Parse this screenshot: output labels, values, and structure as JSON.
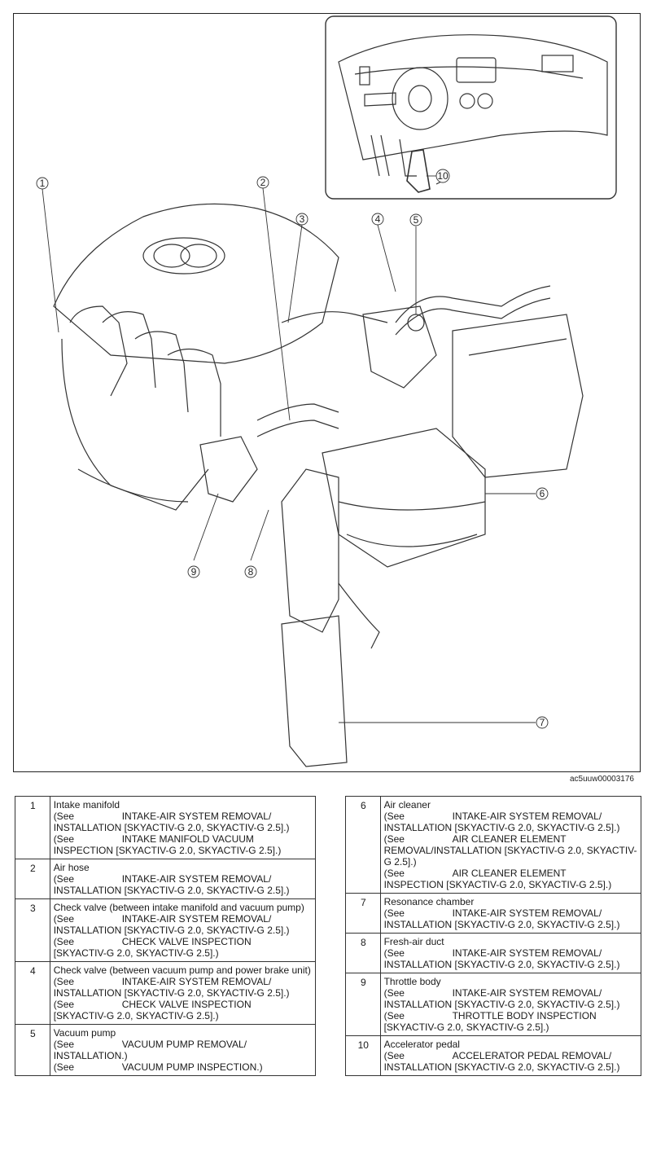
{
  "diagram": {
    "image_code": "ac5uuw00003176",
    "callouts": [
      "1",
      "2",
      "3",
      "4",
      "5",
      "6",
      "7",
      "8",
      "9",
      "10"
    ]
  },
  "parts": [
    {
      "num": "1",
      "name": "Intake manifold",
      "refs": [
        {
          "see": "(See",
          "title": "INTAKE-AIR SYSTEM REMOVAL/",
          "rest": "INSTALLATION [SKYACTIV-G 2.0, SKYACTIV-G 2.5].)"
        },
        {
          "see": "(See",
          "title": "INTAKE MANIFOLD VACUUM",
          "rest": "INSPECTION [SKYACTIV-G 2.0, SKYACTIV-G 2.5].)"
        }
      ]
    },
    {
      "num": "2",
      "name": "Air hose",
      "refs": [
        {
          "see": "(See",
          "title": "INTAKE-AIR SYSTEM REMOVAL/",
          "rest": "INSTALLATION [SKYACTIV-G 2.0, SKYACTIV-G 2.5].)"
        }
      ]
    },
    {
      "num": "3",
      "name": "Check valve (between intake manifold and vacuum pump)",
      "refs": [
        {
          "see": "(See",
          "title": "INTAKE-AIR SYSTEM REMOVAL/",
          "rest": "INSTALLATION [SKYACTIV-G 2.0, SKYACTIV-G 2.5].)"
        },
        {
          "see": "(See",
          "title": "CHECK VALVE INSPECTION",
          "rest": "[SKYACTIV-G 2.0, SKYACTIV-G 2.5].)"
        }
      ]
    },
    {
      "num": "4",
      "name": "Check valve (between vacuum pump and power brake unit)",
      "refs": [
        {
          "see": "(See",
          "title": "INTAKE-AIR SYSTEM REMOVAL/",
          "rest": "INSTALLATION [SKYACTIV-G 2.0, SKYACTIV-G 2.5].)"
        },
        {
          "see": "(See",
          "title": "CHECK VALVE INSPECTION",
          "rest": "[SKYACTIV-G 2.0, SKYACTIV-G 2.5].)"
        }
      ]
    },
    {
      "num": "5",
      "name": "Vacuum pump",
      "refs": [
        {
          "see": "(See",
          "title": "VACUUM PUMP REMOVAL/",
          "rest": "INSTALLATION.)"
        },
        {
          "see": "(See",
          "title": "VACUUM PUMP INSPECTION.)",
          "rest": ""
        }
      ]
    },
    {
      "num": "6",
      "name": "Air cleaner",
      "refs": [
        {
          "see": "(See",
          "title": "INTAKE-AIR SYSTEM REMOVAL/",
          "rest": "INSTALLATION [SKYACTIV-G 2.0, SKYACTIV-G 2.5].)"
        },
        {
          "see": "(See",
          "title": "AIR CLEANER ELEMENT",
          "rest": "REMOVAL/INSTALLATION [SKYACTIV-G 2.0, SKYACTIV-G 2.5].)"
        },
        {
          "see": "(See",
          "title": "AIR CLEANER ELEMENT",
          "rest": "INSPECTION [SKYACTIV-G 2.0, SKYACTIV-G 2.5].)"
        }
      ]
    },
    {
      "num": "7",
      "name": "Resonance chamber",
      "refs": [
        {
          "see": "(See",
          "title": "INTAKE-AIR SYSTEM REMOVAL/",
          "rest": "INSTALLATION [SKYACTIV-G 2.0, SKYACTIV-G 2.5].)"
        }
      ]
    },
    {
      "num": "8",
      "name": "Fresh-air duct",
      "refs": [
        {
          "see": "(See",
          "title": "INTAKE-AIR SYSTEM REMOVAL/",
          "rest": "INSTALLATION [SKYACTIV-G 2.0, SKYACTIV-G 2.5].)"
        }
      ]
    },
    {
      "num": "9",
      "name": "Throttle body",
      "refs": [
        {
          "see": "(See",
          "title": "INTAKE-AIR SYSTEM REMOVAL/",
          "rest": "INSTALLATION [SKYACTIV-G 2.0, SKYACTIV-G 2.5].)"
        },
        {
          "see": "(See",
          "title": "THROTTLE BODY INSPECTION",
          "rest": "[SKYACTIV-G 2.0, SKYACTIV-G 2.5].)"
        }
      ]
    },
    {
      "num": "10",
      "name": "Accelerator pedal",
      "refs": [
        {
          "see": "(See",
          "title": "ACCELERATOR PEDAL REMOVAL/",
          "rest": "INSTALLATION [SKYACTIV-G 2.0, SKYACTIV-G 2.5].)"
        }
      ]
    }
  ]
}
